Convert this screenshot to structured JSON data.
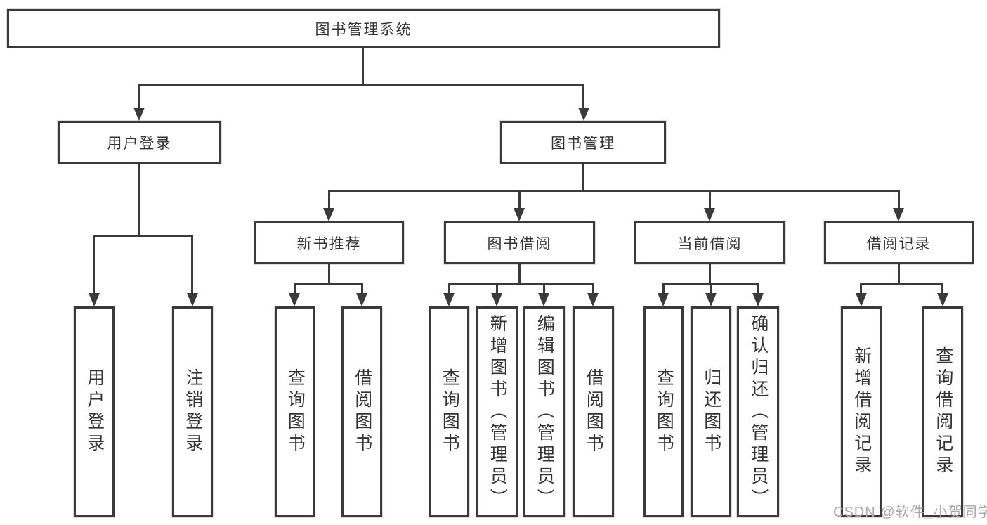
{
  "watermark": "CSDN @软件_小贺同学",
  "colors": {
    "line": "#3a3a3a",
    "text": "#333333",
    "watermark": "#a9a9a9",
    "background": "#ffffff"
  },
  "root": {
    "label": "图书管理系统"
  },
  "branches": [
    {
      "label": "用户登录",
      "children": [
        {
          "label": "用户登录"
        },
        {
          "label": "注销登录"
        }
      ]
    },
    {
      "label": "图书管理",
      "children": [
        {
          "label": "新书推荐",
          "children": [
            {
              "label": "查询图书"
            },
            {
              "label": "借阅图书"
            }
          ]
        },
        {
          "label": "图书借阅",
          "children": [
            {
              "label": "查询图书"
            },
            {
              "label": "新增图书（管理员）"
            },
            {
              "label": "编辑图书（管理员）"
            },
            {
              "label": "借阅图书"
            }
          ]
        },
        {
          "label": "当前借阅",
          "children": [
            {
              "label": "查询图书"
            },
            {
              "label": "归还图书"
            },
            {
              "label": "确认归还（管理员）"
            }
          ]
        },
        {
          "label": "借阅记录",
          "children": [
            {
              "label": "新增借阅记录"
            },
            {
              "label": "查询借阅记录"
            }
          ]
        }
      ]
    }
  ]
}
